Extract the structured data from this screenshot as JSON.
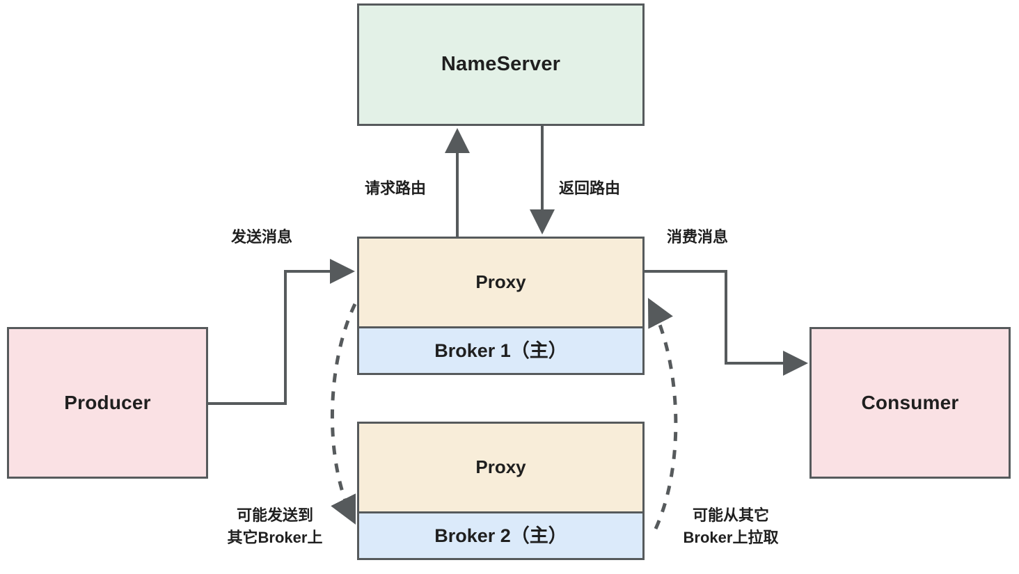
{
  "diagram": {
    "title": "RocketMQ Proxy Broker Architecture",
    "colors": {
      "border": "#565a5c",
      "line": "#565a5c",
      "nameserver_fill": "#e3f1e7",
      "proxy_fill": "#f8edd9",
      "broker_fill": "#dbeafa",
      "endpoint_fill": "#fae1e4",
      "text": "#1f1f1f",
      "background": "#ffffff"
    },
    "nodes": {
      "nameserver": {
        "label": "NameServer"
      },
      "producer": {
        "label": "Producer"
      },
      "consumer": {
        "label": "Consumer"
      },
      "cluster1": {
        "proxy_label": "Proxy",
        "broker_label": "Broker 1（主）"
      },
      "cluster2": {
        "proxy_label": "Proxy",
        "broker_label": "Broker 2（主）"
      }
    },
    "edges": {
      "request_route": {
        "label": "请求路由",
        "from": "Proxy",
        "to": "NameServer",
        "style": "solid",
        "direction": "up"
      },
      "return_route": {
        "label": "返回路由",
        "from": "NameServer",
        "to": "Proxy",
        "style": "solid",
        "direction": "down"
      },
      "send_message": {
        "label": "发送消息",
        "from": "Producer",
        "to": "Proxy",
        "style": "solid",
        "direction": "right"
      },
      "consume_message": {
        "label": "消费消息",
        "from": "Proxy",
        "to": "Consumer",
        "style": "solid",
        "direction": "right"
      },
      "maybe_send_other": {
        "label_line1": "可能发送到",
        "label_line2": "其它Broker上",
        "from": "Proxy 1",
        "to": "Broker 2",
        "style": "dashed"
      },
      "maybe_pull_other": {
        "label_line1": "可能从其它",
        "label_line2": "Broker上拉取",
        "from": "Broker 2",
        "to": "Proxy 1",
        "style": "dashed"
      }
    }
  }
}
